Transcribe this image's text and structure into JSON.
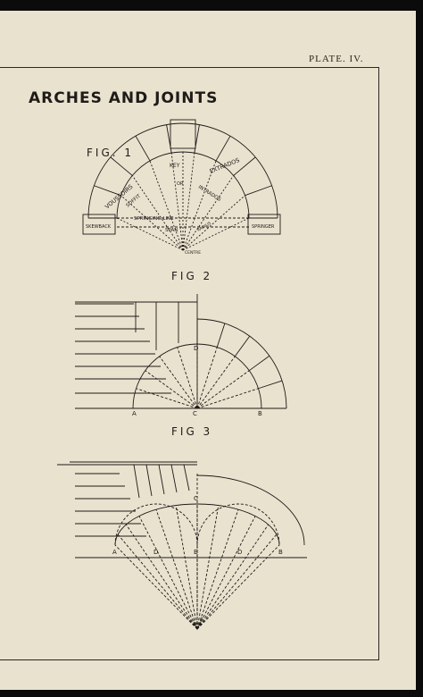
{
  "header": {
    "plate": "PLATE. IV."
  },
  "title": "ARCHES AND JOINTS",
  "figures": {
    "fig1": {
      "label": "FIG. 1",
      "labels": {
        "key": "KEY",
        "voussoirs": "VOUSSOIRS",
        "extrados": "EXTRADOS",
        "soffit": "SOFFIT",
        "or": "OR",
        "intrados": "INTRADOS",
        "springing_line": "SPRINGING LINE",
        "span": "SPAN",
        "radius": "RADIUS",
        "skewback": "SKEWBACK",
        "springer": "SPRINGER",
        "centre": "CENTRE"
      }
    },
    "fig2": {
      "label": "FIG 2",
      "points": {
        "a": "A",
        "b": "B",
        "c": "C",
        "d": "D"
      }
    },
    "fig3": {
      "label": "FIG 3",
      "points": {
        "a": "A",
        "b": "B",
        "c": "C",
        "d1": "D",
        "d2": "D",
        "e": "E",
        "f": "F"
      }
    }
  },
  "colors": {
    "paper": "#e9e2cf",
    "ink": "#1e1b18",
    "border": "#0b0b0b"
  }
}
